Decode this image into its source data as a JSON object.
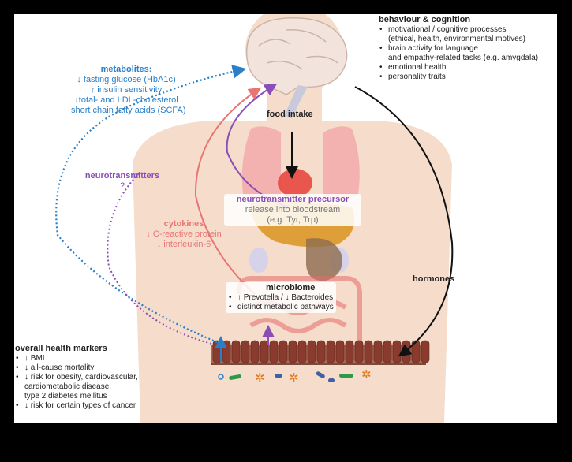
{
  "metabolites": {
    "title": "metabolites:",
    "lines": [
      "↓ fasting glucose (HbA1c)",
      "↑ insulin sensitivity",
      "↓total- and LDL-cholesterol",
      "short chain fatty acids (SCFA)"
    ],
    "color": "#2a7fc8"
  },
  "neurotransmitters": {
    "title": "neurotransmitters",
    "note": "?",
    "color": "#8a4fb6"
  },
  "cytokines": {
    "title": "cytokines",
    "lines": [
      "↓ C-reactive protein",
      "↓ interleukin-6"
    ],
    "color": "#e87575"
  },
  "behaviour": {
    "title": "behaviour & cognition",
    "items": [
      [
        "motivational / cognitive processes",
        "(ethical, health, environmental motives)"
      ],
      [
        "brain activity for language",
        "and empathy-related tasks (e.g. amygdala)"
      ],
      [
        "emotional health"
      ],
      [
        "personality traits"
      ]
    ]
  },
  "food_intake": "food intake",
  "hormones": "hormones",
  "precursor": {
    "title": "neurotransmitter precursor",
    "lines": [
      "release into bloodstream",
      "(e.g. Tyr, Trp)"
    ]
  },
  "microbiome": {
    "title": "microbiome",
    "items": [
      "↑ Prevotella / ↓ Bacteroides",
      "distinct metabolic pathways"
    ]
  },
  "health": {
    "title": "overall health markers",
    "items": [
      [
        "↓ BMI"
      ],
      [
        "↓ all-cause mortality"
      ],
      [
        "↓ risk for obesity, cardiovascular,",
        "cardiometabolic disease,",
        "type 2 diabetes mellitus"
      ],
      [
        "↓ risk for certain types of cancer"
      ]
    ]
  }
}
